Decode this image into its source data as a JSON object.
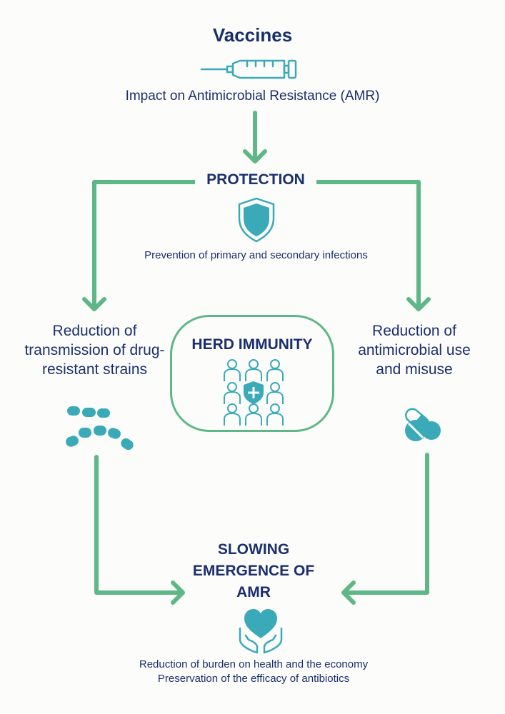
{
  "title": "Vaccines",
  "subtitle": "Impact on Antimicrobial Resistance (AMR)",
  "protection": {
    "label": "PROTECTION",
    "description": "Prevention of primary and secondary infections"
  },
  "left_effect": "Reduction of transmission of drug-resistant strains",
  "right_effect": "Reduction of antimicrobial use and misuse",
  "herd": {
    "label": "HERD IMMUNITY"
  },
  "outcome": {
    "label": "SLOWING EMERGENCE OF AMR",
    "line1": "Reduction of burden on health and the economy",
    "line2": "Preservation of the efficacy of antibiotics"
  },
  "colors": {
    "navy": "#1b2f6e",
    "green": "#5db786",
    "teal": "#3aaab9"
  },
  "icons": {
    "syringe": "syringe-icon",
    "shield": "shield-icon",
    "bacteria": "bacteria-icon",
    "pills": "pills-icon",
    "crowd": "crowd-icon",
    "heart_hands": "heart-hands-icon"
  }
}
